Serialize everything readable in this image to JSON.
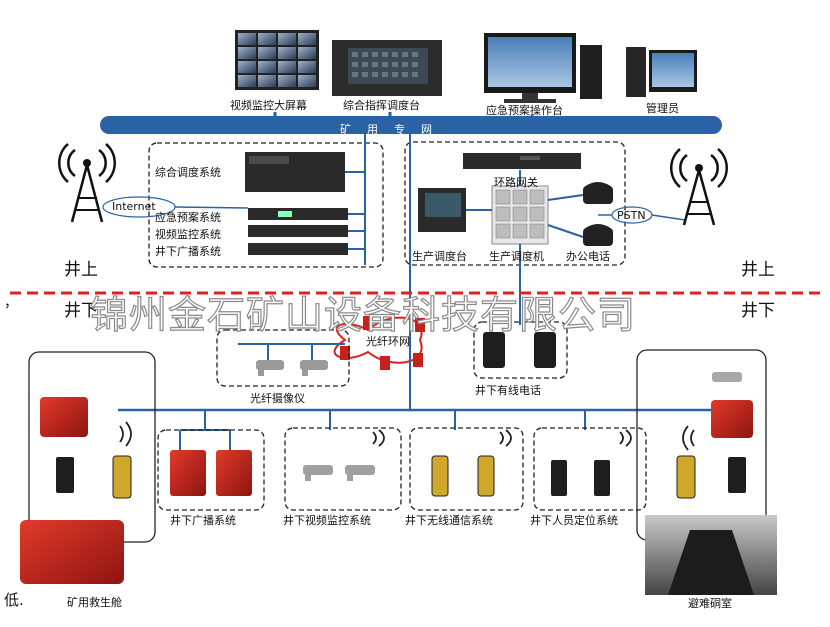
{
  "top_devices": {
    "big_screen": "视频监控大屏幕",
    "dispatch_console": "综合指挥调度台",
    "emergency_console": "应急预案操作台",
    "admin": "管理员"
  },
  "network_bar": {
    "label": "矿用专网",
    "color": "#2b62a6"
  },
  "left_group": {
    "items": [
      "综合调度系统",
      "应急预案系统",
      "视频监控系统",
      "井下广播系统"
    ],
    "internet": "Internet"
  },
  "right_group": {
    "gateway": "环路网关",
    "console": "生产调度台",
    "dispatcher": "生产调度机",
    "office_phone": "办公电话",
    "pstn": "PSTN"
  },
  "ground": {
    "above": "井上",
    "below": "井下",
    "line_color": "#e02020"
  },
  "watermark": "锦州金石矿山设备科技有限公司",
  "middle": {
    "fiber_ring": "光纤环网",
    "fiber_camera": "光纤摄像仪",
    "wired_phone": "井下有线电话"
  },
  "bottom_groups": [
    "井下广播系统",
    "井下视频监控系统",
    "井下无线通信系统",
    "井下人员定位系统"
  ],
  "capsule": "矿用救生舱",
  "refuge": "避难硐室",
  "stray_text": {
    "comma": "，",
    "di": "低."
  }
}
